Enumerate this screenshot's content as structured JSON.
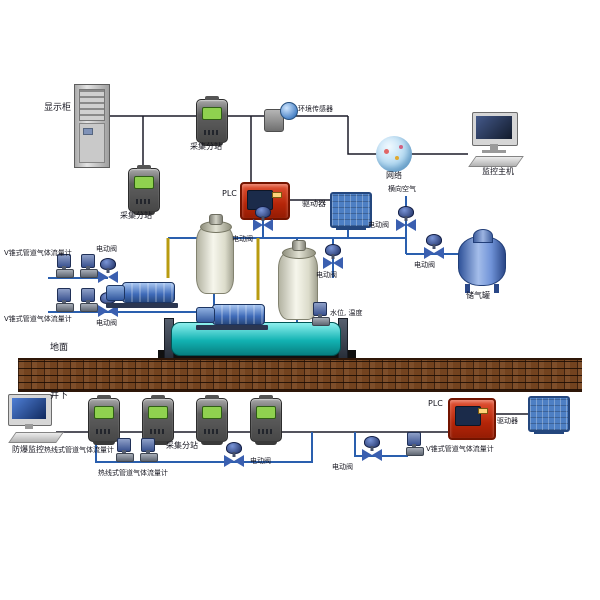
{
  "colors": {
    "comm_line": "#1b1b28",
    "pipe_line": "#2a5fae",
    "pump_pipe": "#b89b10",
    "plc_red": "#c03010",
    "driver_blue": "#4d7fc4",
    "water_teal": "#12b2b2",
    "screen_green": "#8fd14f",
    "brick_brown": "#73431f"
  },
  "surface": {
    "display_cabinet": "显示柜",
    "substation_top": "采集分站",
    "substation_left": "采集分站",
    "env_sensor": "环境传感器",
    "network": "网络",
    "monitor_host": "监控主机",
    "plc": "PLC",
    "driver": "驱动器",
    "lateral_air": "横向空气",
    "valve_air": "电动阀",
    "valve_mid": "电动阀",
    "valve_right": "电动阀",
    "valve_tank": "电动阀",
    "gas_tank": "储气罐",
    "vcone_row1": "V锥式管道气体流量计",
    "valve_row1": "电动阀",
    "vcone_row2": "V锥式管道气体流量计",
    "valve_row2": "电动阀",
    "water_level_temp": "水位, 温度",
    "ground": "地面"
  },
  "underground": {
    "zone": "井下",
    "monitor": "防爆监控",
    "substation": "采集分站",
    "hotwire_meter_a": "热线式管道气体流量计",
    "hotwire_meter_b": "热线式管道气体流量计",
    "valve_a": "电动阀",
    "valve_b": "电动阀",
    "vcone_meter": "V锥式管道气体流量计",
    "plc": "PLC",
    "driver": "驱动器"
  }
}
